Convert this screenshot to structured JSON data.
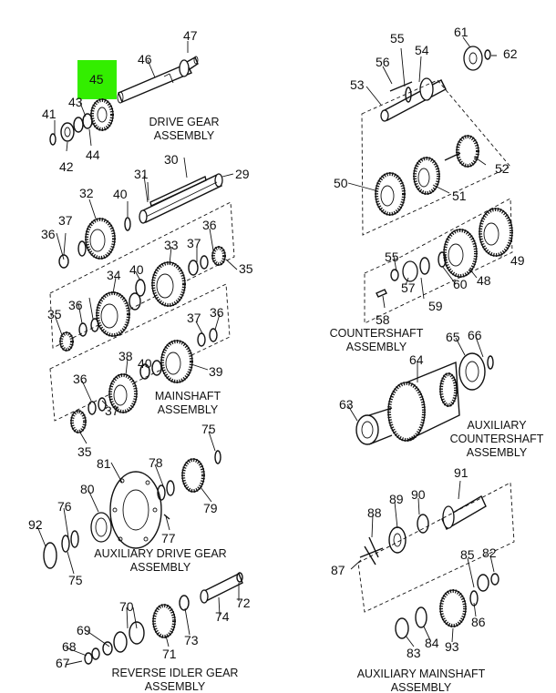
{
  "highlight": {
    "label": "45",
    "color": "#33ee00"
  },
  "assemblies": [
    {
      "id": "drive-gear",
      "line1": "DRIVE GEAR",
      "line2": "ASSEMBLY"
    },
    {
      "id": "countershaft",
      "line1": "COUNTERSHAFT",
      "line2": "ASSEMBLY"
    },
    {
      "id": "mainshaft",
      "line1": "MAINSHAFT",
      "line2": "ASSEMBLY"
    },
    {
      "id": "aux-countershaft",
      "line1": "AUXILIARY",
      "line2": "COUNTERSHAFT",
      "line3": "ASSEMBLY"
    },
    {
      "id": "aux-drive-gear",
      "line1": "AUXILIARY DRIVE GEAR",
      "line2": "ASSEMBLY"
    },
    {
      "id": "reverse-idler",
      "line1": "REVERSE IDLER GEAR",
      "line2": "ASSEMBLY"
    },
    {
      "id": "aux-mainshaft",
      "line1": "AUXILIARY MAINSHAFT",
      "line2": "ASSEMBLY"
    }
  ],
  "callouts": [
    "47",
    "46",
    "43",
    "41",
    "42",
    "44",
    "55",
    "54",
    "56",
    "61",
    "62",
    "53",
    "30",
    "29",
    "31",
    "40",
    "32",
    "36",
    "37",
    "33",
    "36",
    "35",
    "50",
    "52",
    "51",
    "34",
    "40",
    "37",
    "36",
    "35",
    "37",
    "36",
    "38",
    "40",
    "39",
    "55",
    "48",
    "49",
    "57",
    "59",
    "60",
    "58",
    "36",
    "37",
    "35",
    "75",
    "65",
    "66",
    "64",
    "63",
    "81",
    "78",
    "80",
    "79",
    "76",
    "92",
    "77",
    "75",
    "91",
    "88",
    "89",
    "90",
    "87",
    "85",
    "82",
    "86",
    "83",
    "84",
    "93",
    "70",
    "72",
    "69",
    "74",
    "68",
    "67",
    "71",
    "73"
  ]
}
